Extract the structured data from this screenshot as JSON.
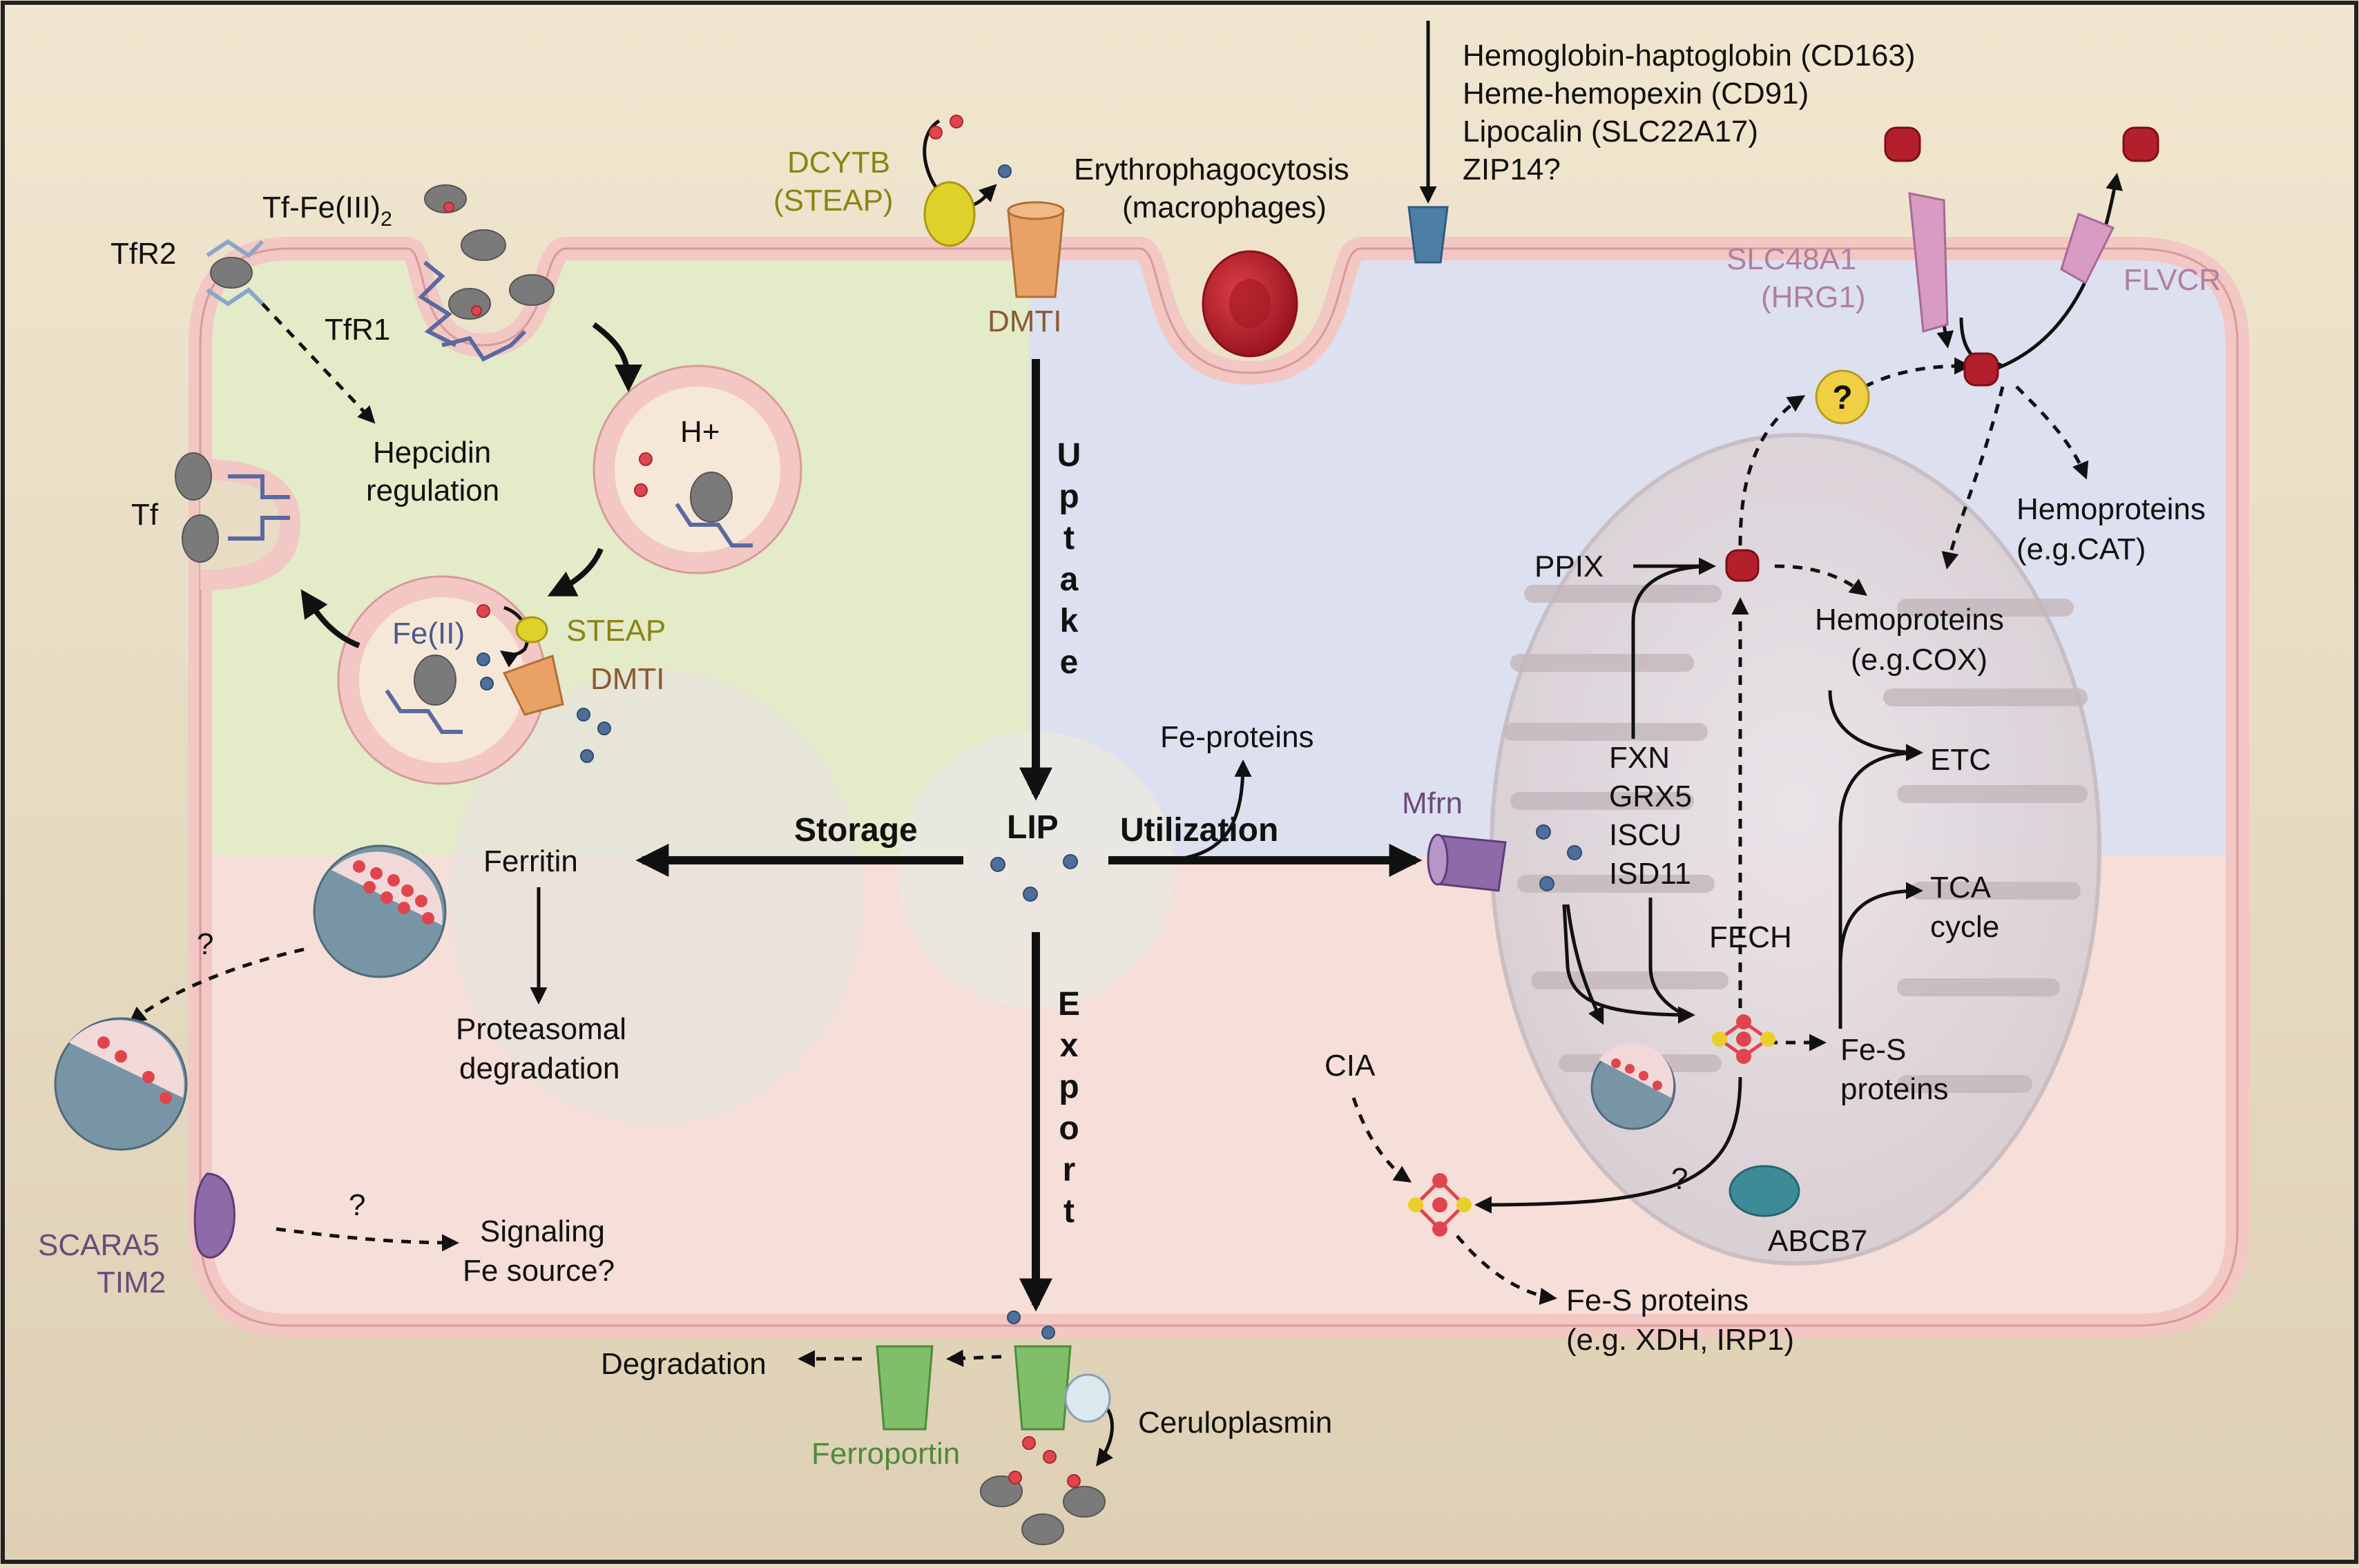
{
  "labels": {
    "tf_fe3": "Tf-Fe(III)",
    "tf_fe3_sub": "2",
    "tfr2": "TfR2",
    "tfr1": "TfR1",
    "tf": "Tf",
    "hepcidin_1": "Hepcidin",
    "hepcidin_2": "regulation",
    "h_plus": "H+",
    "fe2": "Fe(II)",
    "steap": "STEAP",
    "dmti_endosome": "DMTI",
    "dcytb_1": "DCYTB",
    "dcytb_2": "(STEAP)",
    "dmti_top": "DMTI",
    "erythro_1": "Erythrophagocytosis",
    "erythro_2": "(macrophages)",
    "heme_uptake": [
      "Hemoglobin-haptoglobin (CD163)",
      "Heme-hemopexin (CD91)",
      "Lipocalin (SLC22A17)",
      "ZIP14?"
    ],
    "slc48a1_1": "SLC48A1",
    "slc48a1_2": "(HRG1)",
    "flvcr": "FLVCR",
    "uptake_letters": [
      "U",
      "p",
      "t",
      "a",
      "k",
      "e"
    ],
    "export_letters": [
      "E",
      "x",
      "p",
      "o",
      "r",
      "t"
    ],
    "storage": "Storage",
    "lip": "LIP",
    "utilization": "Utilization",
    "fe_proteins": "Fe-proteins",
    "ferritin": "Ferritin",
    "proteasomal_1": "Proteasomal",
    "proteasomal_2": "degradation",
    "q1": "?",
    "q2": "?",
    "q3": "?",
    "q_mito": "?",
    "scara5": "SCARA5",
    "tim2": "TIM2",
    "signaling_1": "Signaling",
    "signaling_2": "Fe source?",
    "degradation": "Degradation",
    "ferroportin": "Ferroportin",
    "ceruloplasmin": "Ceruloplasmin",
    "mfrn": "Mfrn",
    "ppix": "PPIX",
    "hemoproteins_cat_1": "Hemoproteins",
    "hemoproteins_cat_2": "(e.g.CAT)",
    "hemoproteins_cox_1": "Hemoproteins",
    "hemoproteins_cox_2": "(e.g.COX)",
    "etc": "ETC",
    "tca_1": "TCA",
    "tca_2": "cycle",
    "fxn_group": [
      "FXN",
      "GRX5",
      "ISCU",
      "ISD11"
    ],
    "fech": "FECH",
    "fes_1": "Fe-S",
    "fes_2": "proteins",
    "cia": "CIA",
    "abcb7": "ABCB7",
    "fes_cyto_1": "Fe-S proteins",
    "fes_cyto_2": "(e.g. XDH, IRP1)"
  },
  "colors": {
    "background": "#e9dcc4",
    "membrane": "#f2c7c4",
    "green_zone": "#e3ebc9",
    "blue_zone": "#dde0ef",
    "pink_zone": "#f6dfd8",
    "fe2_blue": "#4f6f9a",
    "fe3_red": "#e0454e",
    "heme_red": "#b3202b",
    "ferroportin_green": "#7fbf6a",
    "dmti_orange": "#e8a266",
    "mfrn_purple": "#8f6aa8",
    "steap_yellow": "#e0d12a"
  }
}
